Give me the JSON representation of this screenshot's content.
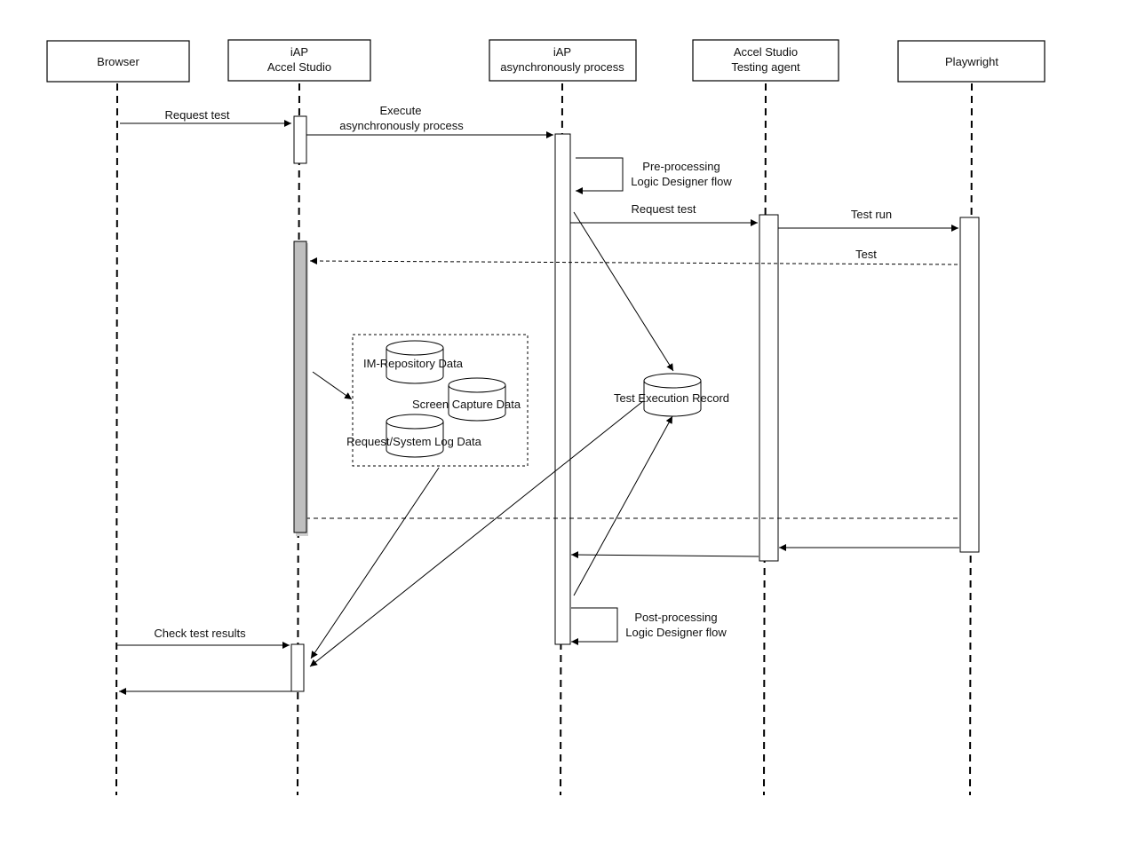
{
  "participants": [
    {
      "id": "browser",
      "line1": "Browser",
      "line2": ""
    },
    {
      "id": "accel-studio",
      "line1": "iAP",
      "line2": "Accel Studio"
    },
    {
      "id": "async-process",
      "line1": "iAP",
      "line2": "asynchronously process"
    },
    {
      "id": "testing-agent",
      "line1": "Accel Studio",
      "line2": "Testing agent"
    },
    {
      "id": "playwright",
      "line1": "Playwright",
      "line2": ""
    }
  ],
  "messages": {
    "request_test_1": "Request test",
    "execute_line1": "Execute",
    "execute_line2": "asynchronously process",
    "preprocessing_line1": "Pre-processing",
    "preprocessing_line2": "Logic Designer flow",
    "request_test_2": "Request test",
    "test_run": "Test run",
    "test": "Test",
    "postprocessing_line1": "Post-processing",
    "postprocessing_line2": "Logic Designer flow",
    "check_test_results": "Check test results"
  },
  "datastores": {
    "im_repository": "IM-Repository Data",
    "screen_capture": "Screen Capture Data",
    "request_log": "Request/System Log Data",
    "test_execution_record": "Test Execution Record"
  },
  "colors": {
    "line": "#000000",
    "activation_fill": "#ffffff",
    "active_gray": "#bfbfbf"
  }
}
